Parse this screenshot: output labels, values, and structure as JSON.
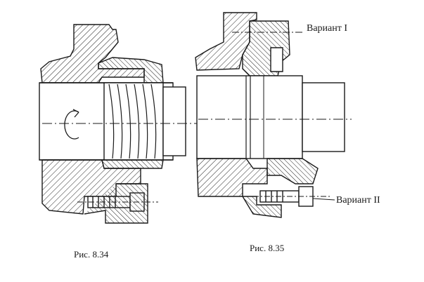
{
  "labels": {
    "variant_1": "Вариант I",
    "variant_2": "Вариант II",
    "figure_34": "Рис. 8.34",
    "figure_35": "Рис. 8.35"
  },
  "colors": {
    "ink": "#1a1a1a",
    "paper": "#ffffff"
  }
}
